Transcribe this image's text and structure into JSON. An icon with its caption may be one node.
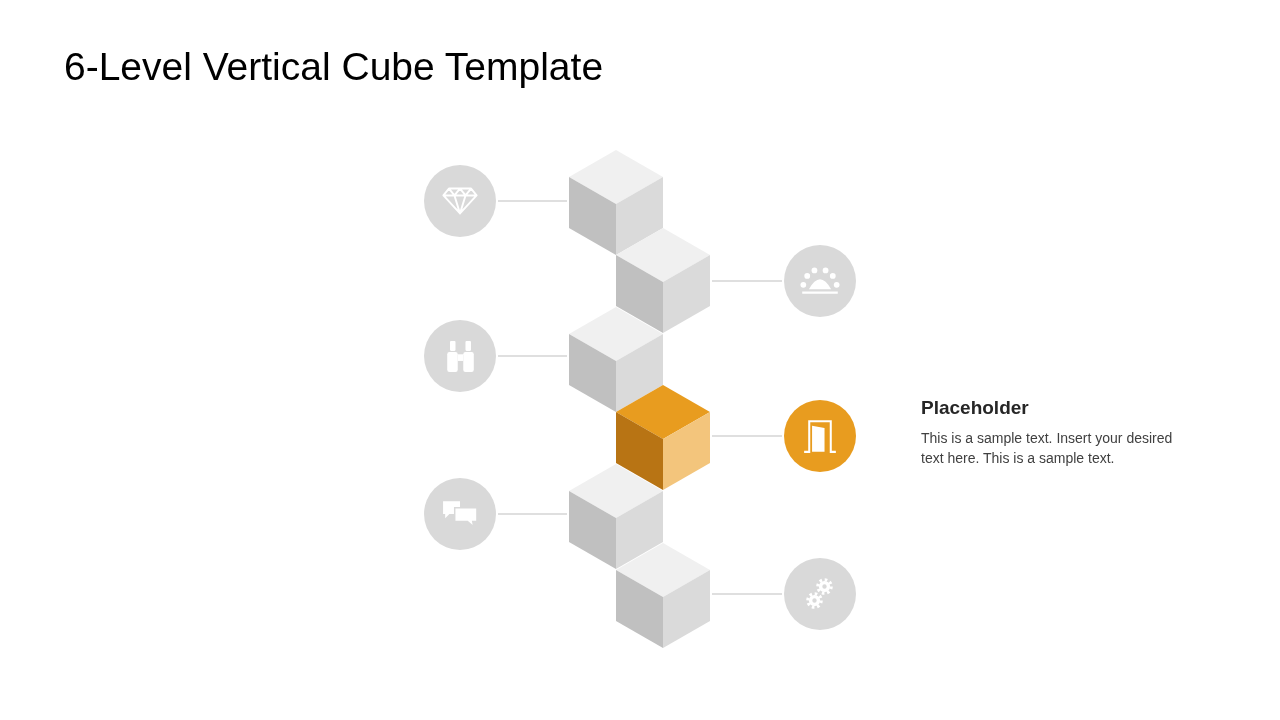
{
  "diagram": {
    "title": "6-Level Vertical Cube Template",
    "nodes": [
      {
        "text": [],
        "shape": "circle"
      },
      {
        "text": [],
        "shape": "cube"
      },
      {
        "text": [],
        "shape": "cube"
      },
      {
        "text": [],
        "shape": "circle"
      },
      {
        "text": [],
        "shape": "circle"
      },
      {
        "text": [],
        "shape": "cube"
      },
      {
        "text": [],
        "shape": "cube"
      },
      {
        "text": [],
        "shape": "circle",
        "beside": [
          "Placeholder",
          "This is a sample text. Insert your desired text here. This is a sample text."
        ]
      },
      {
        "text": [],
        "shape": "circle"
      },
      {
        "text": [],
        "shape": "cube"
      },
      {
        "text": [],
        "shape": "cube"
      },
      {
        "text": [],
        "shape": "circle"
      }
    ],
    "edges": [
      {
        "from": 0,
        "to": 1,
        "arrow": "none"
      },
      {
        "from": 3,
        "to": 2,
        "arrow": "none"
      },
      {
        "from": 4,
        "to": 5,
        "arrow": "none"
      },
      {
        "from": 7,
        "to": 6,
        "arrow": "none"
      },
      {
        "from": 8,
        "to": 9,
        "arrow": "none"
      },
      {
        "from": 11,
        "to": 10,
        "arrow": "none"
      }
    ]
  }
}
